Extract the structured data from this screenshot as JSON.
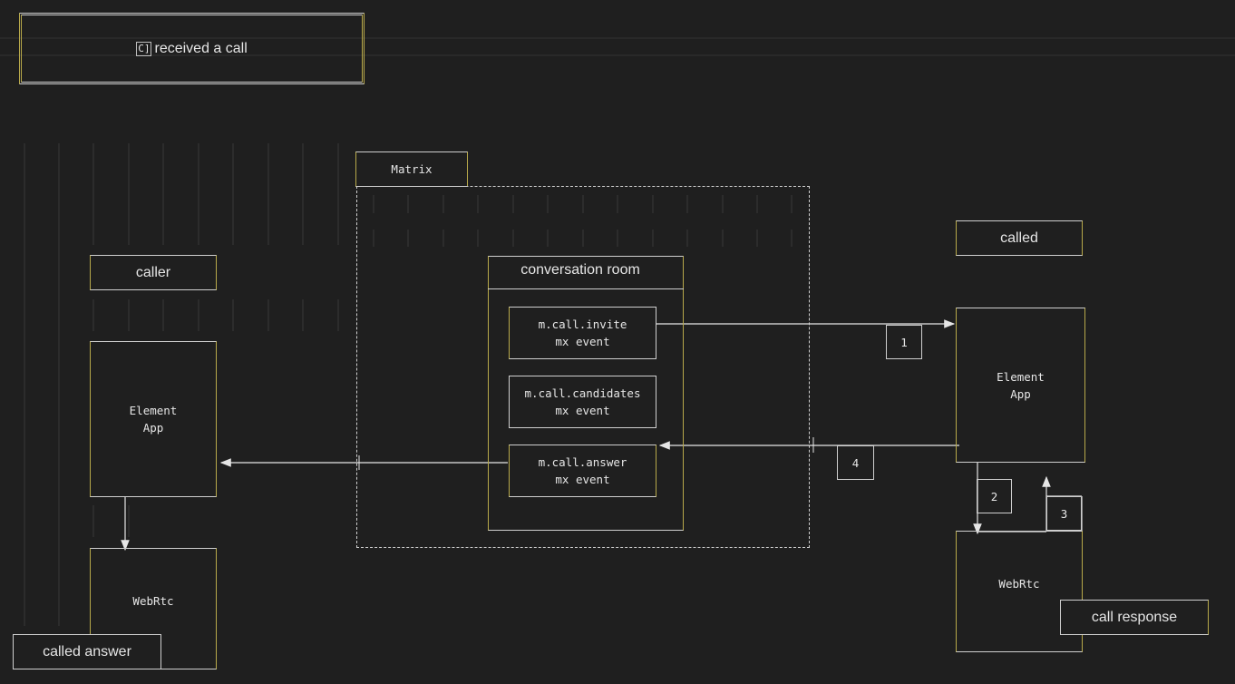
{
  "title": {
    "cursor": "C]",
    "text": "received a call"
  },
  "matrix": {
    "label": "Matrix"
  },
  "room": {
    "label": "conversation room"
  },
  "events": [
    {
      "line1": "m.call.invite",
      "line2": "mx event"
    },
    {
      "line1": "m.call.candidates",
      "line2": "mx event"
    },
    {
      "line1": "m.call.answer",
      "line2": "mx event"
    }
  ],
  "caller": {
    "label": "caller",
    "app": "Element\nApp",
    "webrtc": "WebRtc",
    "note": "called answer"
  },
  "called": {
    "label": "called",
    "app": "Element\nApp",
    "webrtc": "WebRtc",
    "note": "call response"
  },
  "steps": [
    "1",
    "2",
    "3",
    "4"
  ],
  "colors": {
    "background": "#1f1f1f",
    "line": "#cfcfcf",
    "accent": "#b8a94a",
    "guide": "#3a3a3a"
  }
}
